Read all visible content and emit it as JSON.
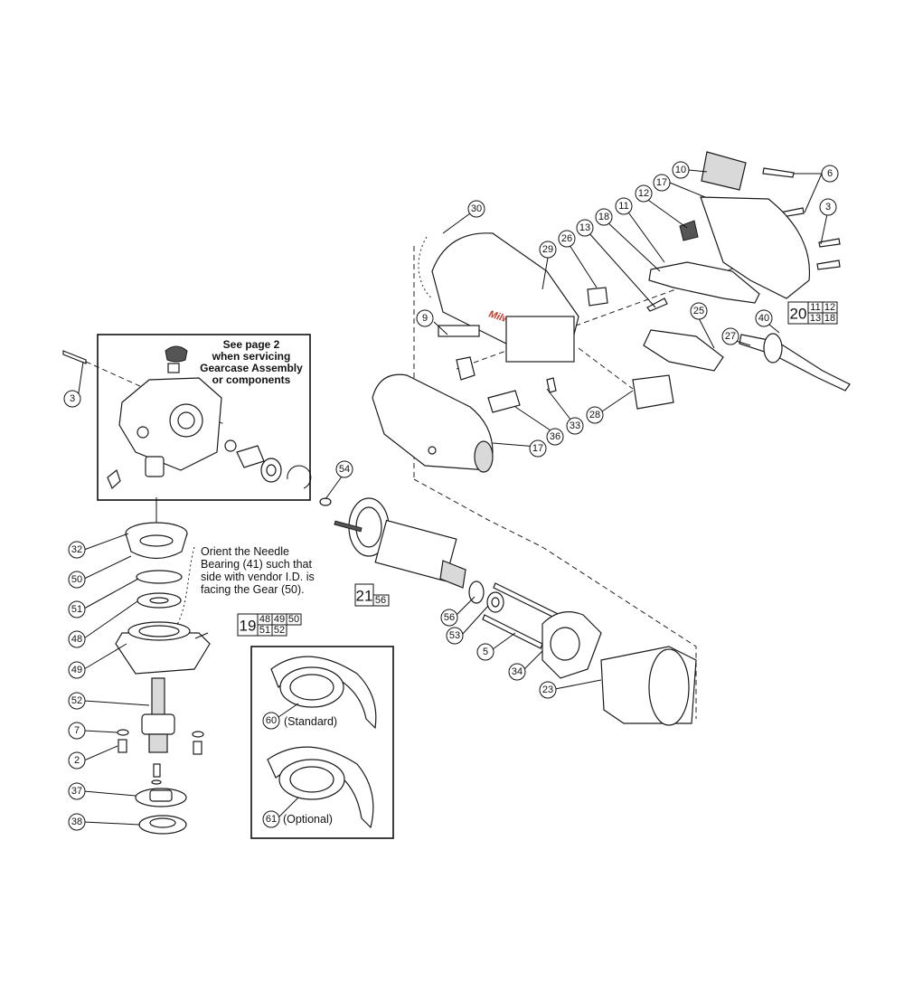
{
  "notes": {
    "gearcase_line1": "See page 2",
    "gearcase_line2": "when servicing",
    "gearcase_line3": "Gearcase Assembly",
    "gearcase_line4": "or components",
    "needle_line1": "Orient the Needle",
    "needle_line2": "Bearing (41) such that",
    "needle_line3": "side with vendor I.D. is",
    "needle_line4": "facing the Gear (50)."
  },
  "guard_labels": {
    "standard": "(Standard)",
    "optional": "(Optional)"
  },
  "callouts": [
    {
      "id": "c10",
      "num": "10"
    },
    {
      "id": "c6",
      "num": "6"
    },
    {
      "id": "c17a",
      "num": "17"
    },
    {
      "id": "c3a",
      "num": "3"
    },
    {
      "id": "c12",
      "num": "12"
    },
    {
      "id": "c11",
      "num": "11"
    },
    {
      "id": "c18",
      "num": "18"
    },
    {
      "id": "c13",
      "num": "13"
    },
    {
      "id": "c26",
      "num": "26"
    },
    {
      "id": "c29",
      "num": "29"
    },
    {
      "id": "c30",
      "num": "30"
    },
    {
      "id": "c9",
      "num": "9"
    },
    {
      "id": "c25",
      "num": "25"
    },
    {
      "id": "c40",
      "num": "40"
    },
    {
      "id": "c27",
      "num": "27"
    },
    {
      "id": "c28",
      "num": "28"
    },
    {
      "id": "c33",
      "num": "33"
    },
    {
      "id": "c36",
      "num": "36"
    },
    {
      "id": "c17b",
      "num": "17"
    },
    {
      "id": "c3b",
      "num": "3"
    },
    {
      "id": "c54",
      "num": "54"
    },
    {
      "id": "c32",
      "num": "32"
    },
    {
      "id": "c50",
      "num": "50"
    },
    {
      "id": "c51",
      "num": "51"
    },
    {
      "id": "c48",
      "num": "48"
    },
    {
      "id": "c49",
      "num": "49"
    },
    {
      "id": "c52",
      "num": "52"
    },
    {
      "id": "c7",
      "num": "7"
    },
    {
      "id": "c2",
      "num": "2"
    },
    {
      "id": "c37",
      "num": "37"
    },
    {
      "id": "c38",
      "num": "38"
    },
    {
      "id": "c56",
      "num": "56"
    },
    {
      "id": "c53",
      "num": "53"
    },
    {
      "id": "c5",
      "num": "5"
    },
    {
      "id": "c34",
      "num": "34"
    },
    {
      "id": "c23",
      "num": "23"
    },
    {
      "id": "c60",
      "num": "60"
    },
    {
      "id": "c61",
      "num": "61"
    }
  ],
  "kits": {
    "k20": {
      "main": "20",
      "items": [
        "11",
        "12",
        "13",
        "18"
      ]
    },
    "k21": {
      "main": "21",
      "items": [
        "56"
      ]
    },
    "k19": {
      "main": "19",
      "items": [
        "48",
        "49",
        "50",
        "51",
        "52"
      ]
    }
  },
  "brand_text": "Milwaukee"
}
